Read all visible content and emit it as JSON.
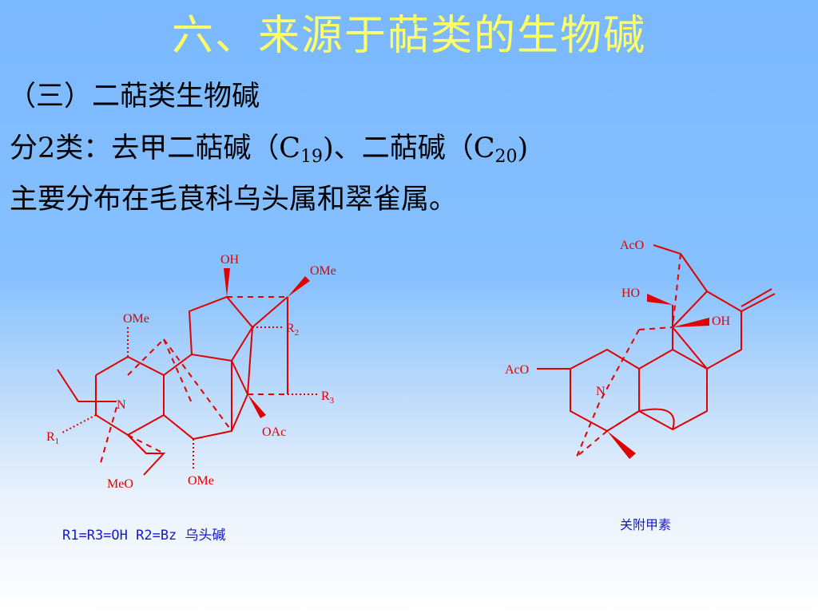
{
  "slide": {
    "title": "六、来源于萜类的生物碱",
    "line1": "（三）二萜类生物碱",
    "line2": {
      "prefix": "分2类：去甲二萜碱（C",
      "sub1": "19",
      "mid": ")、二萜碱（C",
      "sub2": "20",
      "suffix": ")"
    },
    "line3": "主要分布在毛茛科乌头属和翠雀属。"
  },
  "left_structure": {
    "labels": {
      "oh": "OH",
      "ome_top_right": "OMe",
      "ome_top_left": "OMe",
      "r2": "R",
      "r2_sub": "2",
      "r3": "R",
      "r3_sub": "3",
      "n": "N",
      "r1": "R",
      "r1_sub": "1",
      "oac": "OAc",
      "meo": "MeO",
      "ome_bottom": "OMe"
    },
    "caption": "R1=R3=OH  R2=Bz  乌头碱"
  },
  "right_structure": {
    "labels": {
      "aco_top": "AcO",
      "ho": "HO",
      "oh": "OH",
      "aco_left": "AcO",
      "n": "N"
    },
    "caption": "关附甲素"
  },
  "colors": {
    "title": "#ffff66",
    "structure": "#e00000",
    "caption": "#1818c8",
    "text": "#000000"
  }
}
